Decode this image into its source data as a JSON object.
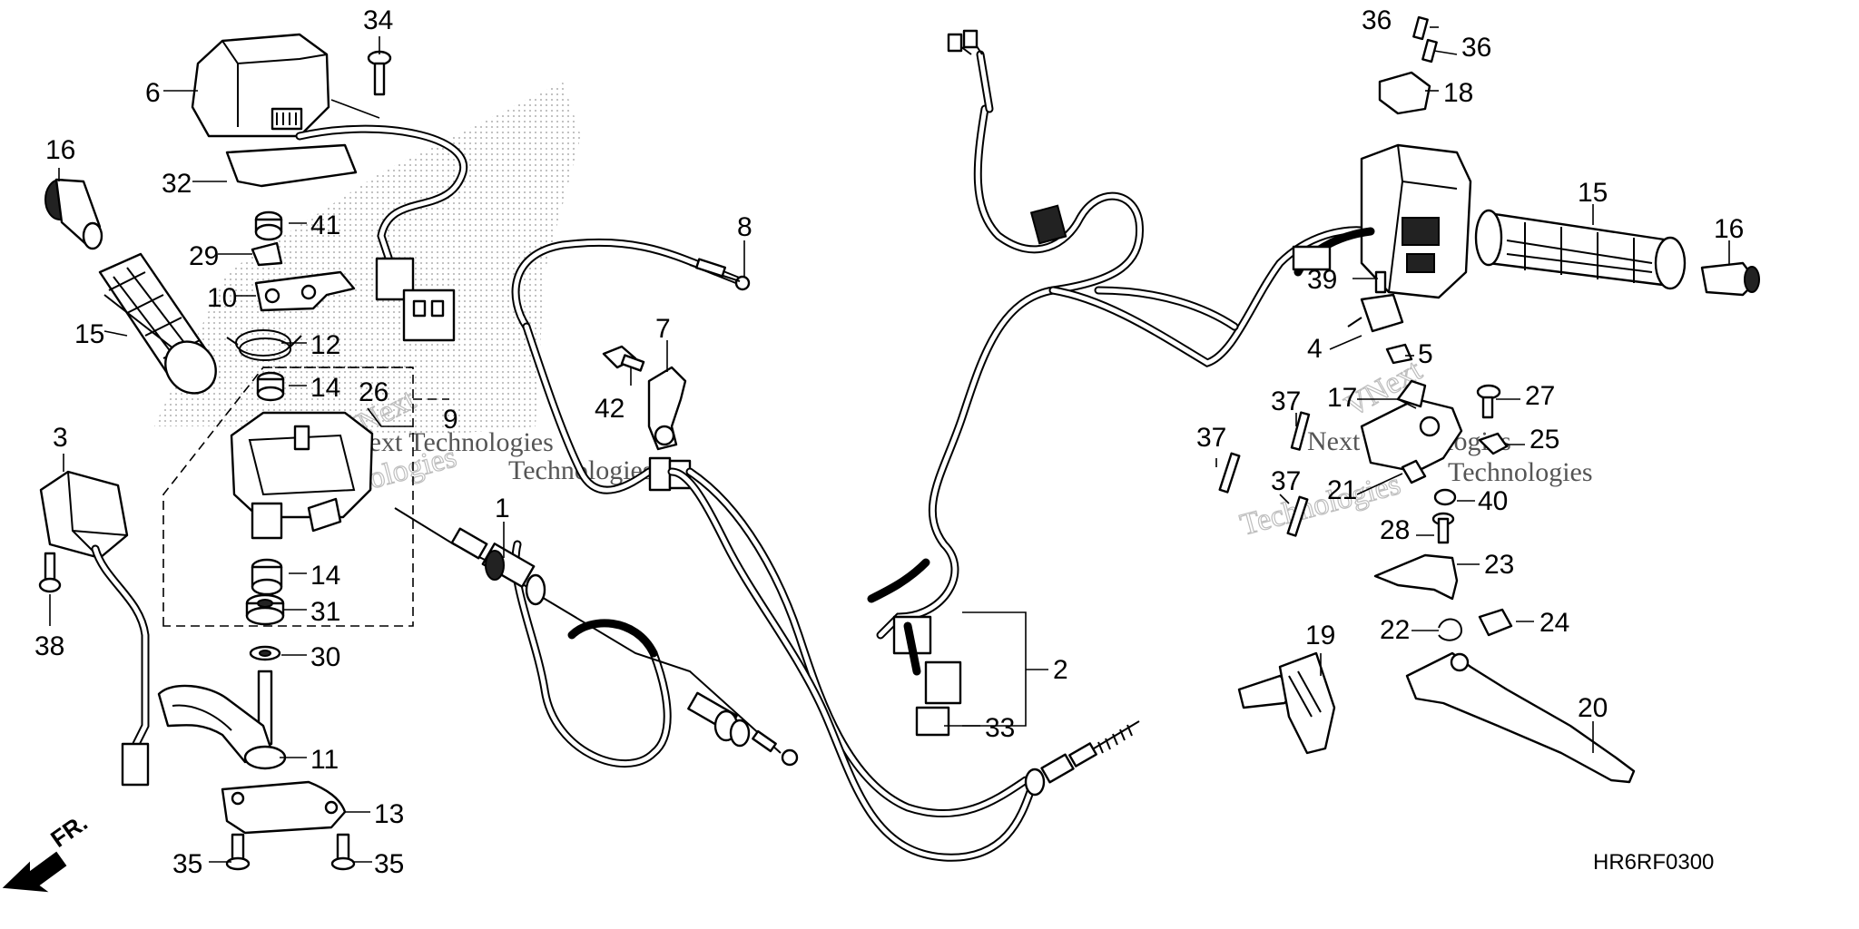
{
  "diagram": {
    "part_numbers": {
      "p1": "1",
      "p2": "2",
      "p3": "3",
      "p4": "4",
      "p5": "5",
      "p6": "6",
      "p7": "7",
      "p8": "8",
      "p9": "9",
      "p10": "10",
      "p11": "11",
      "p12": "12",
      "p13": "13",
      "p14a": "14",
      "p14b": "14",
      "p15a": "15",
      "p15b": "15",
      "p16a": "16",
      "p16b": "16",
      "p17": "17",
      "p18": "18",
      "p19": "19",
      "p20": "20",
      "p21": "21",
      "p22": "22",
      "p23": "23",
      "p24": "24",
      "p25": "25",
      "p26": "26",
      "p27": "27",
      "p28": "28",
      "p29": "29",
      "p30": "30",
      "p31": "31",
      "p32": "32",
      "p33": "33",
      "p34": "34",
      "p35a": "35",
      "p35b": "35",
      "p36a": "36",
      "p36b": "36",
      "p37a": "37",
      "p37b": "37",
      "p37c": "37",
      "p38": "38",
      "p39": "39",
      "p40": "40",
      "p41": "41",
      "p42": "42"
    },
    "direction_label": "FR.",
    "figure_code": "HR6RF0300",
    "watermark": {
      "brand": "VNext",
      "brand_line": "Next Technologies",
      "word": "Technologies"
    }
  }
}
